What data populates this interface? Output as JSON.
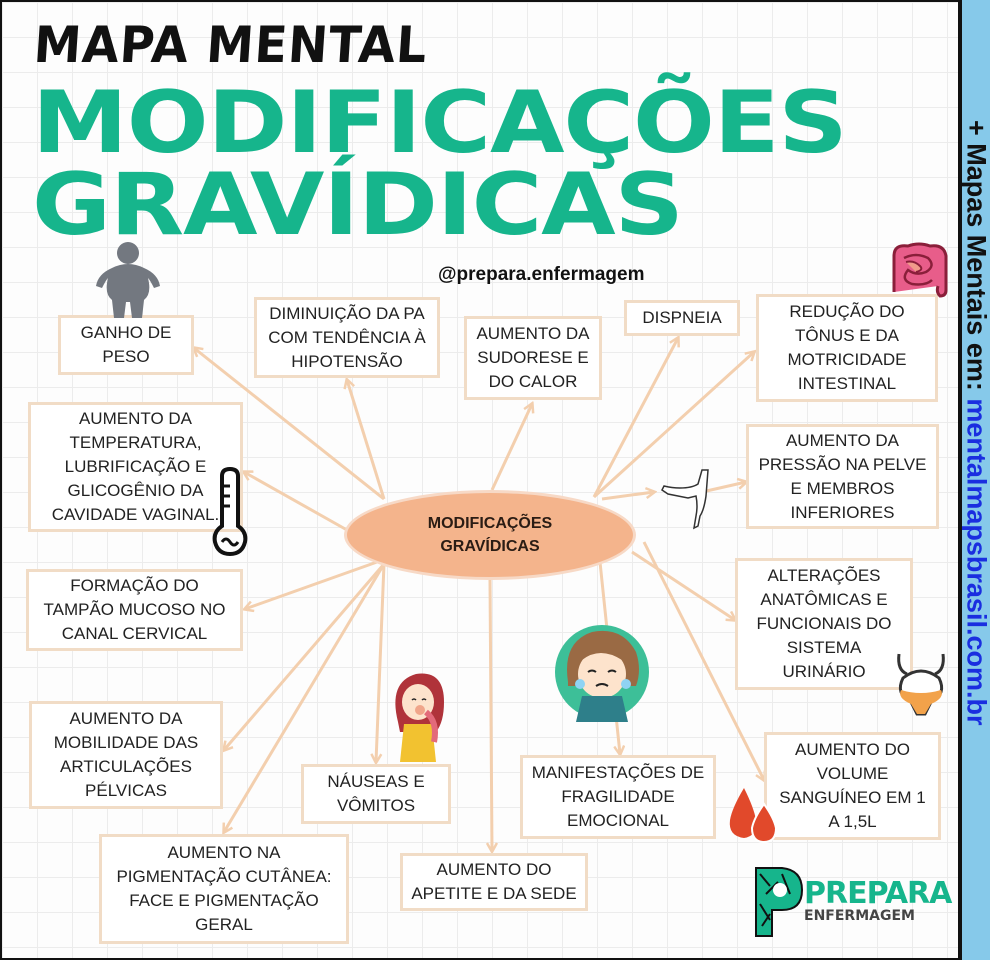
{
  "header": {
    "subtitle": "MAPA MENTAL",
    "title_line1": "MODIFICAÇÕES",
    "title_line2": "GRAVÍDICAS",
    "handle": "@prepara.enfermagem"
  },
  "center_node": {
    "line1": "MODIFICAÇÕES",
    "line2": "GRAVÍDICAS",
    "fill_color": "#f4b48c"
  },
  "nodes": [
    {
      "id": "ganho-peso",
      "text": "GANHO DE PESO",
      "icon": "overweight-person-icon"
    },
    {
      "id": "diminuicao-pa",
      "text": "DIMINUIÇÃO DA PA COM TENDÊNCIA À HIPOTENSÃO"
    },
    {
      "id": "sudorese",
      "text": "AUMENTO DA SUDORESE E DO CALOR"
    },
    {
      "id": "dispneia",
      "text": "DISPNEIA"
    },
    {
      "id": "tonus-intestinal",
      "text": "REDUÇÃO DO TÔNUS E DA MOTRICIDADE INTESTINAL",
      "icon": "intestine-icon"
    },
    {
      "id": "temperatura-vaginal",
      "text": "AUMENTO DA TEMPERATURA, LUBRIFICAÇÃO E GLICOGÊNIO DA CAVIDADE VAGINAL.",
      "icon": "thermometer-icon"
    },
    {
      "id": "pressao-pelve",
      "text": "AUMENTO DA PRESSÃO NA PELVE E MEMBROS INFERIORES",
      "icon": "legs-icon"
    },
    {
      "id": "tampao-mucoso",
      "text": "FORMAÇÃO DO TAMPÃO MUCOSO NO CANAL CERVICAL"
    },
    {
      "id": "sistema-urinario",
      "text": "ALTERAÇÕES ANATÔMICAS E FUNCIONAIS DO SISTEMA URINÁRIO",
      "icon": "bladder-icon"
    },
    {
      "id": "articulacoes",
      "text": "AUMENTO DA MOBILIDADE DAS ARTICULAÇÕES PÉLVICAS"
    },
    {
      "id": "nauseas",
      "text": "NÁUSEAS E VÔMITOS",
      "icon": "nauseous-woman-icon"
    },
    {
      "id": "fragilidade",
      "text": "MANIFESTAÇÕES DE FRAGILIDADE EMOCIONAL",
      "icon": "crying-woman-icon"
    },
    {
      "id": "volume-sanguineo",
      "text": "AUMENTO DO VOLUME SANGUÍNEO EM 1 A 1,5L",
      "icon": "blood-drops-icon"
    },
    {
      "id": "pigmentacao",
      "text": "AUMENTO NA PIGMENTAÇÃO CUTÂNEA: FACE E PIGMENTAÇÃO GERAL"
    },
    {
      "id": "apetite",
      "text": "AUMENTO DO APETITE E DA SEDE"
    }
  ],
  "sidebar": {
    "prefix": "+ Mapas Mentais em: ",
    "link": "mentalmapsbrasil.com.br",
    "background": "#86c9ea"
  },
  "logo": {
    "line1": "PREPARA",
    "line2": "ENFERMAGEM"
  },
  "colors": {
    "title_green": "#16b58c",
    "box_border": "#f1dcc6",
    "arrow": "#f3cfae",
    "link_blue": "#1a2ee0"
  }
}
